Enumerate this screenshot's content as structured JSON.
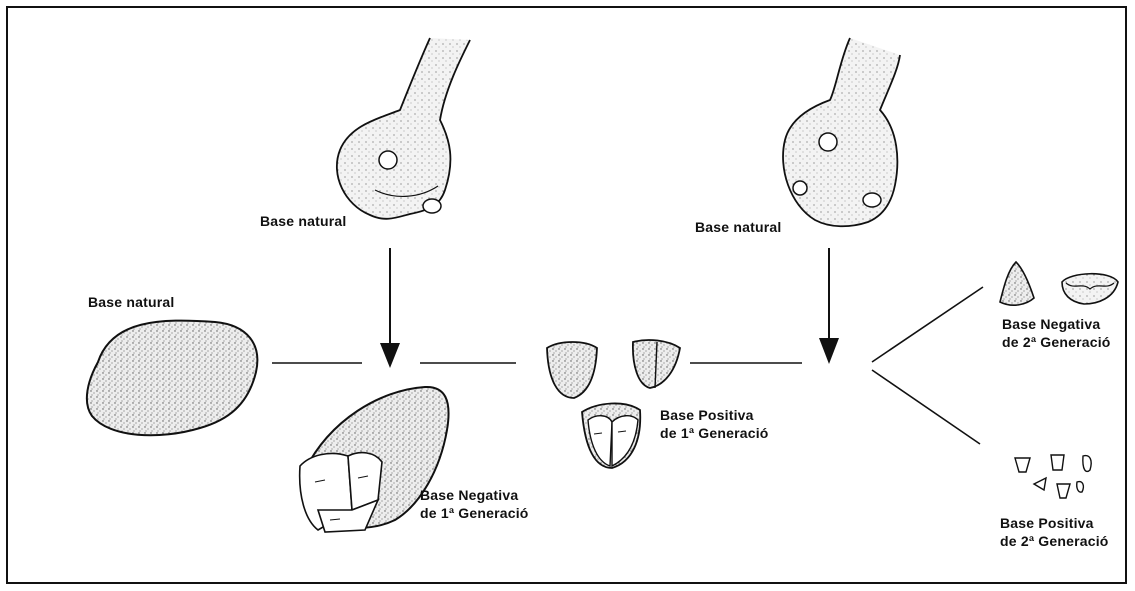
{
  "labels": {
    "base_natural_left": "Base natural",
    "base_natural_hand1": "Base natural",
    "base_natural_hand2": "Base natural",
    "bn1_line1": "Base Negativa",
    "bn1_line2": "de 1ª Generació",
    "bp1_line1": "Base Positiva",
    "bp1_line2": "de 1ª Generació",
    "bn2_line1": "Base Negativa",
    "bn2_line2": "de 2ª Generació",
    "bp2_line1": "Base Positiva",
    "bp2_line2": "de 2ª Generació"
  },
  "colors": {
    "ink": "#111111",
    "stone_fill": "#e9e9e9",
    "paper": "#ffffff"
  },
  "icons": [
    "hand-striking-icon",
    "pebble-icon",
    "arrow-down-icon"
  ]
}
